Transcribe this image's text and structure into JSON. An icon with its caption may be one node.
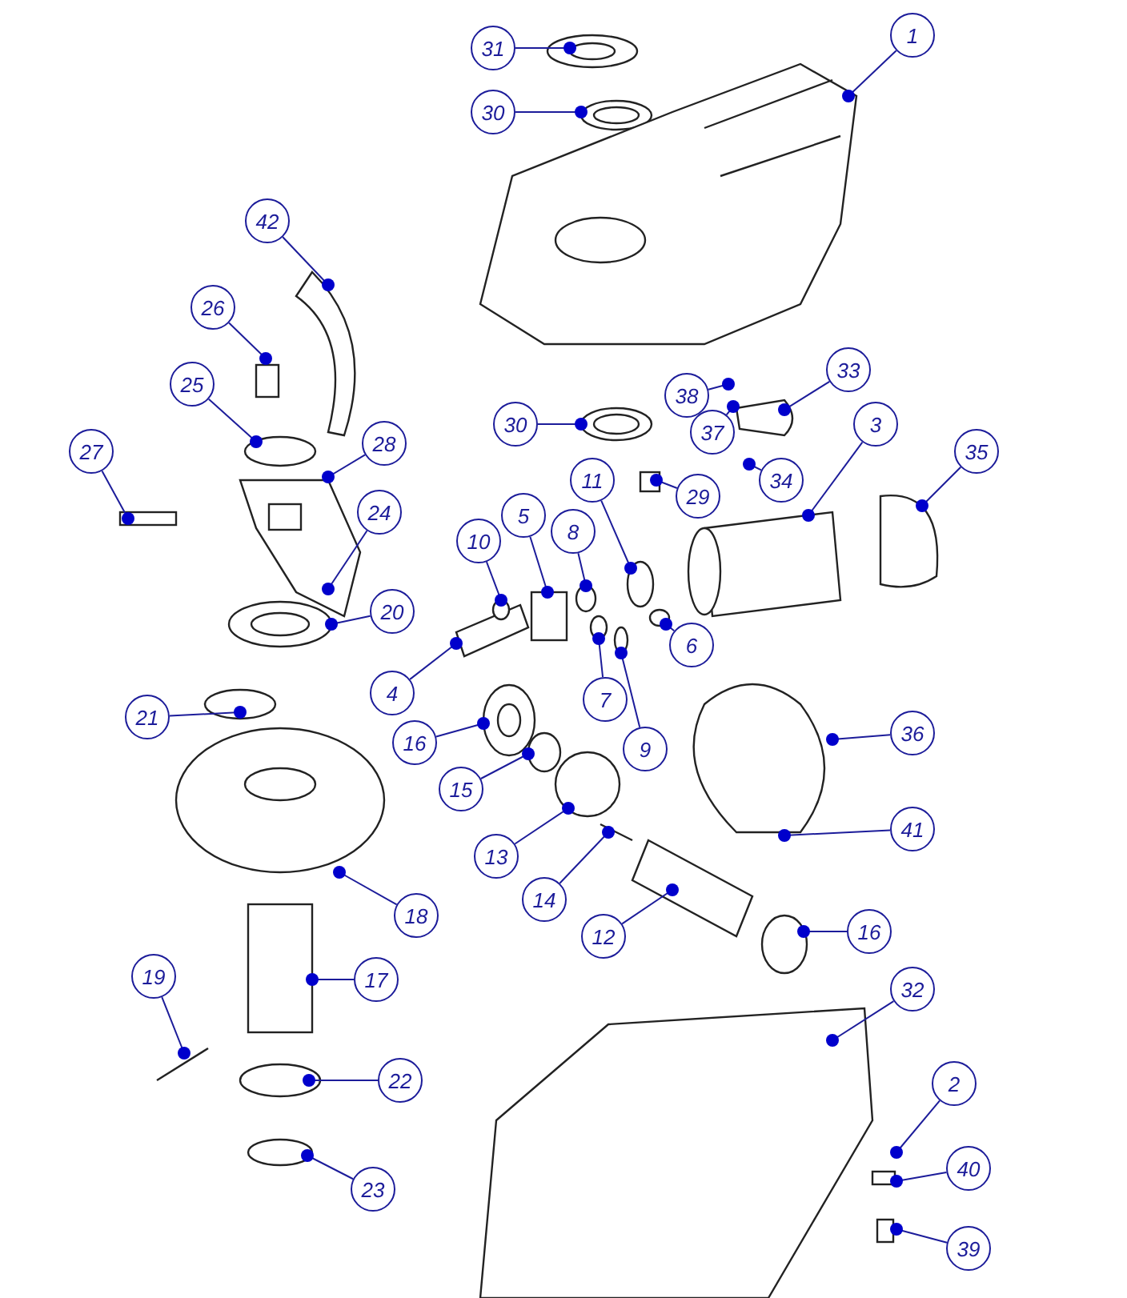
{
  "diagram": {
    "nodes": [
      {
        "text": [
          "1"
        ]
      },
      {
        "text": [
          "31"
        ]
      },
      {
        "text": [
          "30"
        ]
      },
      {
        "text": [
          "42"
        ]
      },
      {
        "text": [
          "26"
        ]
      },
      {
        "text": [
          "33"
        ]
      },
      {
        "text": [
          "25"
        ]
      },
      {
        "text": [
          "38"
        ]
      },
      {
        "text": [
          "30"
        ]
      },
      {
        "text": [
          "3"
        ]
      },
      {
        "text": [
          "37"
        ]
      },
      {
        "text": [
          "28"
        ]
      },
      {
        "text": [
          "27"
        ]
      },
      {
        "text": [
          "35"
        ]
      },
      {
        "text": [
          "11"
        ]
      },
      {
        "text": [
          "34"
        ]
      },
      {
        "text": [
          "29"
        ]
      },
      {
        "text": [
          "24"
        ]
      },
      {
        "text": [
          "5"
        ]
      },
      {
        "text": [
          "8"
        ]
      },
      {
        "text": [
          "10"
        ]
      },
      {
        "text": [
          "20"
        ]
      },
      {
        "text": [
          "6"
        ]
      },
      {
        "text": [
          "4"
        ]
      },
      {
        "text": [
          "7"
        ]
      },
      {
        "text": [
          "21"
        ]
      },
      {
        "text": [
          "36"
        ]
      },
      {
        "text": [
          "16"
        ]
      },
      {
        "text": [
          "9"
        ]
      },
      {
        "text": [
          "15"
        ]
      },
      {
        "text": [
          "41"
        ]
      },
      {
        "text": [
          "13"
        ]
      },
      {
        "text": [
          "14"
        ]
      },
      {
        "text": [
          "18"
        ]
      },
      {
        "text": [
          "16"
        ]
      },
      {
        "text": [
          "12"
        ]
      },
      {
        "text": [
          "19"
        ]
      },
      {
        "text": [
          "17"
        ]
      },
      {
        "text": [
          "32"
        ]
      },
      {
        "text": [
          "22"
        ]
      },
      {
        "text": [
          "2"
        ]
      },
      {
        "text": [
          "40"
        ]
      },
      {
        "text": [
          "23"
        ]
      },
      {
        "text": [
          "39"
        ]
      },
      {
        "text": [],
        "shape": "picture"
      },
      {
        "text": [],
        "shape": "picture"
      },
      {
        "text": [],
        "shape": "circle"
      },
      {
        "text": [],
        "shape": "circle"
      },
      {
        "text": [],
        "shape": "picture"
      },
      {
        "text": [],
        "shape": "circle"
      },
      {
        "text": [],
        "shape": "circle"
      },
      {
        "text": [],
        "shape": "circle"
      },
      {
        "text": [],
        "shape": "circle"
      },
      {
        "text": [],
        "shape": "box"
      },
      {
        "text": [],
        "shape": "circle"
      }
    ],
    "edges": [
      {
        "from": 0,
        "to": null,
        "arrow": "other"
      },
      {
        "from": 1,
        "to": null,
        "arrow": "other"
      },
      {
        "from": 2,
        "to": null,
        "arrow": "other"
      },
      {
        "from": 3,
        "to": null,
        "arrow": "other"
      },
      {
        "from": 4,
        "to": null,
        "arrow": "other"
      },
      {
        "from": 5,
        "to": null,
        "arrow": "other"
      },
      {
        "from": 6,
        "to": null,
        "arrow": "other"
      },
      {
        "from": 7,
        "to": null,
        "arrow": "other"
      },
      {
        "from": 8,
        "to": 44,
        "arrow": "other"
      },
      {
        "from": 9,
        "to": 45,
        "arrow": "other"
      },
      {
        "from": 10,
        "to": null,
        "arrow": "other"
      },
      {
        "from": 11,
        "to": null,
        "arrow": "other"
      },
      {
        "from": 12,
        "to": null,
        "arrow": "other"
      },
      {
        "from": 13,
        "to": null,
        "arrow": "other"
      },
      {
        "from": 14,
        "to": 46,
        "arrow": "other"
      },
      {
        "from": 15,
        "to": null,
        "arrow": "other"
      },
      {
        "from": 16,
        "to": null,
        "arrow": "other"
      },
      {
        "from": 17,
        "to": null,
        "arrow": "other"
      },
      {
        "from": 18,
        "to": 53,
        "arrow": "other"
      },
      {
        "from": 19,
        "to": 51,
        "arrow": "other"
      },
      {
        "from": 20,
        "to": 54,
        "arrow": "other"
      },
      {
        "from": 21,
        "to": null,
        "arrow": "other"
      },
      {
        "from": 22,
        "to": 52,
        "arrow": "other"
      },
      {
        "from": 23,
        "to": null,
        "arrow": "other"
      },
      {
        "from": 24,
        "to": 47,
        "arrow": "other"
      },
      {
        "from": 25,
        "to": null,
        "arrow": "other"
      },
      {
        "from": 26,
        "to": null,
        "arrow": "other"
      },
      {
        "from": 27,
        "to": 48,
        "arrow": "other"
      },
      {
        "from": 28,
        "to": 49,
        "arrow": "other"
      },
      {
        "from": 29,
        "to": 50,
        "arrow": "other"
      },
      {
        "from": 30,
        "to": null,
        "arrow": "other"
      },
      {
        "from": 31,
        "to": null,
        "arrow": "other"
      },
      {
        "from": 32,
        "to": null,
        "arrow": "other"
      },
      {
        "from": 33,
        "to": null,
        "arrow": "other"
      },
      {
        "from": 34,
        "to": null,
        "arrow": "other"
      },
      {
        "from": 35,
        "to": null,
        "arrow": "other"
      },
      {
        "from": 36,
        "to": null,
        "arrow": "other"
      },
      {
        "from": 37,
        "to": null,
        "arrow": "other"
      },
      {
        "from": 38,
        "to": null,
        "arrow": "other"
      },
      {
        "from": 39,
        "to": null,
        "arrow": "other"
      },
      {
        "from": 40,
        "to": null,
        "arrow": "other"
      },
      {
        "from": 41,
        "to": null,
        "arrow": "other"
      },
      {
        "from": 42,
        "to": null,
        "arrow": "other"
      },
      {
        "from": 43,
        "to": null,
        "arrow": "other"
      }
    ]
  }
}
